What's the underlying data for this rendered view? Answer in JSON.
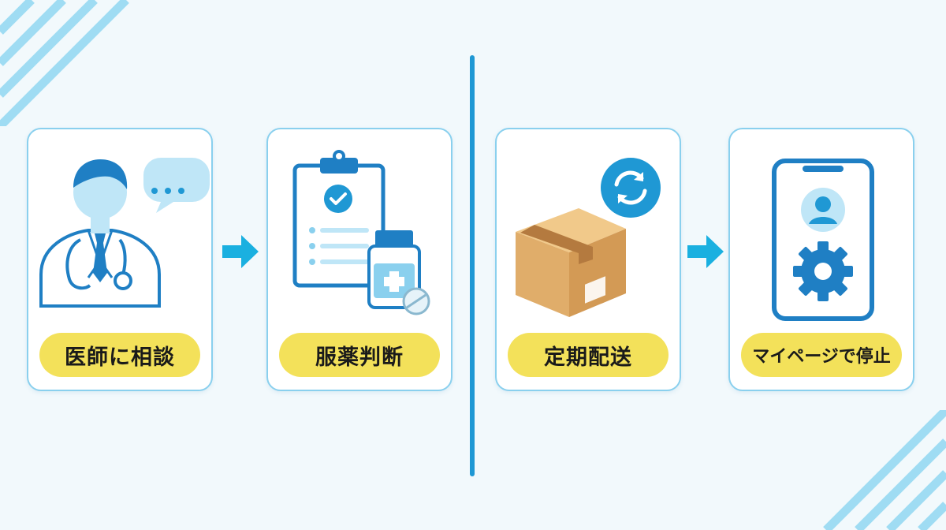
{
  "steps": [
    {
      "label": "医師に相談",
      "icon": "doctor-icon"
    },
    {
      "label": "服薬判断",
      "icon": "clipboard-medicine-icon"
    },
    {
      "label": "定期配送",
      "icon": "package-repeat-icon"
    },
    {
      "label": "マイページで停止",
      "icon": "smartphone-settings-icon"
    }
  ],
  "colors": {
    "accent": "#1f98d4",
    "light_blue": "#8ad0ee",
    "label_bg": "#f3e15a",
    "background": "#f2f9fc"
  }
}
